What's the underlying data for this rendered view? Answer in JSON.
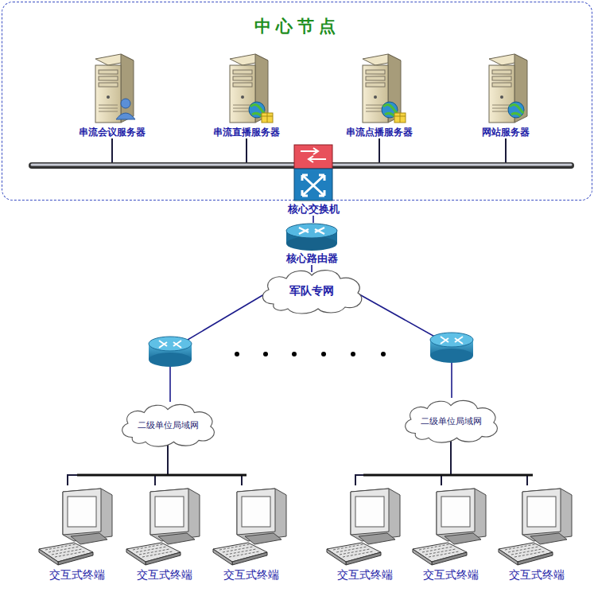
{
  "diagram": {
    "nodes": [
      {
        "text": [
          "中心节点"
        ]
      },
      {
        "text": [
          "串流会议服务器"
        ],
        "in": 0
      },
      {
        "text": [
          "串流直播服务器"
        ],
        "in": 0
      },
      {
        "text": [
          "串流点播服务器"
        ],
        "in": 0
      },
      {
        "text": [
          "网站服务器"
        ],
        "in": 0
      },
      {
        "text": [
          "核心交换机"
        ]
      },
      {
        "text": [
          "核心路由器"
        ]
      },
      {
        "text": [
          "军队专网"
        ]
      },
      {
        "text": [
          "二级单位局域网"
        ]
      },
      {
        "text": [
          "二级单位局域网"
        ]
      },
      {
        "text": [
          "交互式终端"
        ]
      },
      {
        "text": [
          "交互式终端"
        ]
      },
      {
        "text": [
          "交互式终端"
        ]
      },
      {
        "text": [
          "交互式终端"
        ]
      },
      {
        "text": [
          "交互式终端"
        ]
      },
      {
        "text": [
          "交互式终端"
        ]
      }
    ],
    "edges": [
      {
        "from": 1,
        "to": 5,
        "arrow": "none"
      },
      {
        "from": 2,
        "to": 5,
        "arrow": "none"
      },
      {
        "from": 3,
        "to": 5,
        "arrow": "none"
      },
      {
        "from": 4,
        "to": 5,
        "arrow": "none"
      },
      {
        "from": 5,
        "to": 6,
        "arrow": "none"
      },
      {
        "from": 6,
        "to": 7,
        "arrow": "none"
      },
      {
        "from": 7,
        "to": 8,
        "arrow": "none"
      },
      {
        "from": 7,
        "to": 9,
        "arrow": "none"
      },
      {
        "from": 8,
        "to": 10,
        "arrow": "none"
      },
      {
        "from": 8,
        "to": 11,
        "arrow": "none"
      },
      {
        "from": 8,
        "to": 12,
        "arrow": "none"
      },
      {
        "from": 9,
        "to": 13,
        "arrow": "none"
      },
      {
        "from": 9,
        "to": 14,
        "arrow": "none"
      },
      {
        "from": 9,
        "to": 15,
        "arrow": "none"
      }
    ]
  }
}
